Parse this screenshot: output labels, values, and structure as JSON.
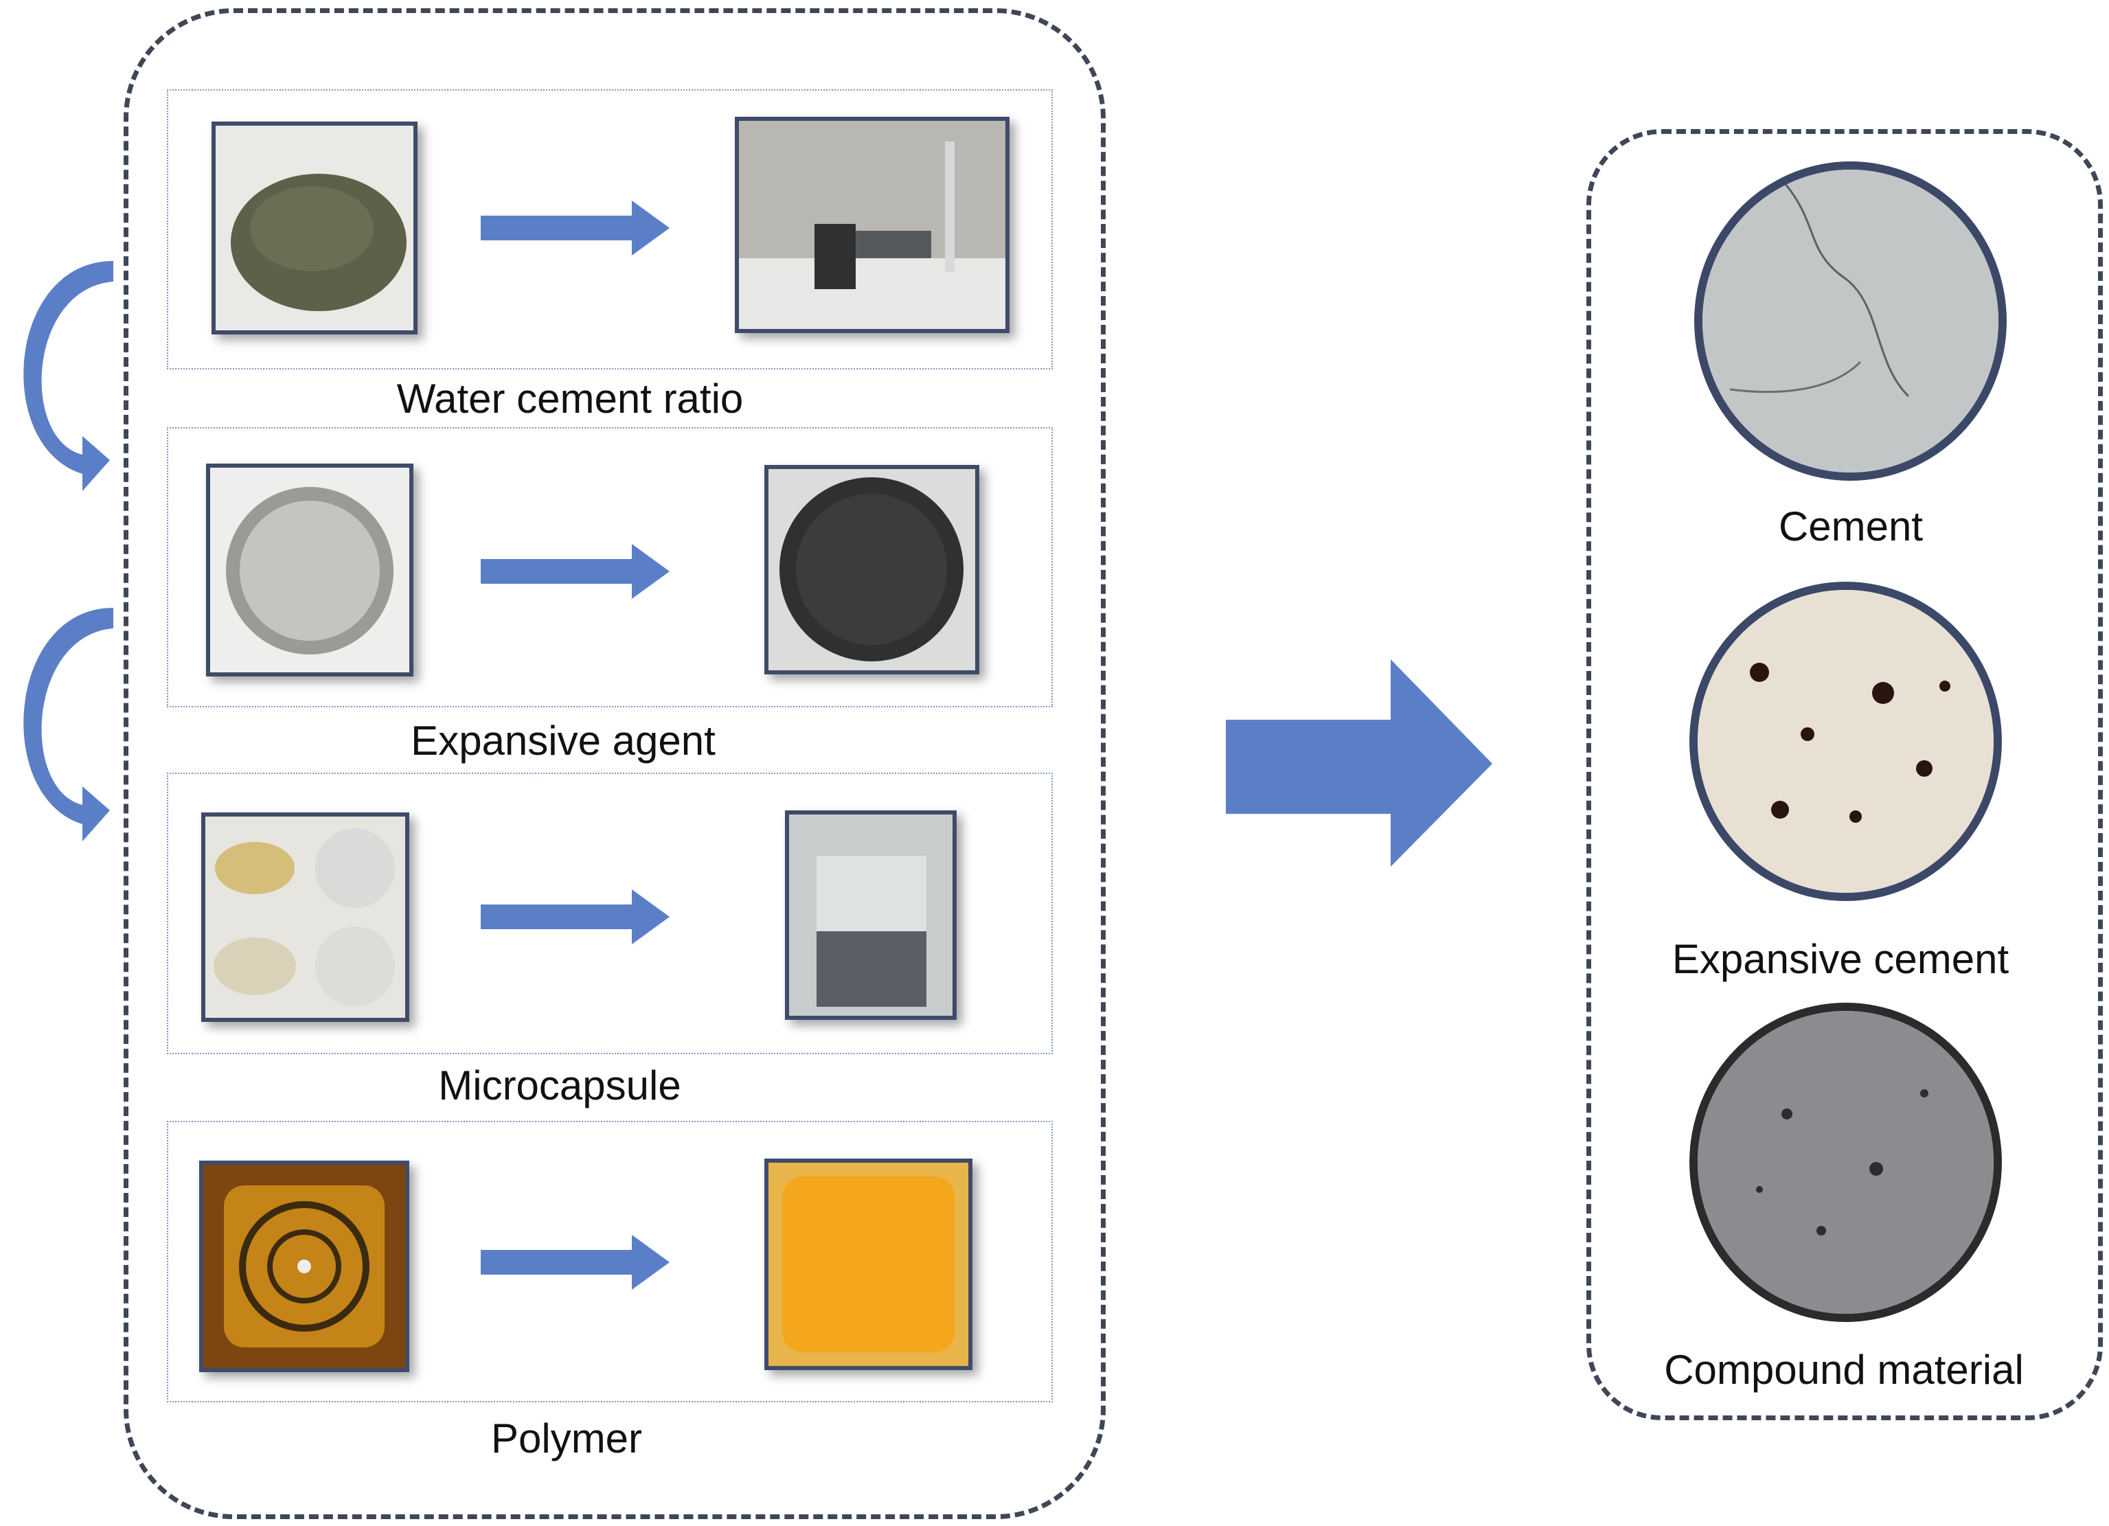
{
  "left_steps": [
    {
      "label": "Water cement ratio"
    },
    {
      "label": "Expansive agent"
    },
    {
      "label": "Microcapsule"
    },
    {
      "label": "Polymer"
    }
  ],
  "right_results": [
    {
      "label": "Cement"
    },
    {
      "label": "Expansive cement"
    },
    {
      "label": "Compound material"
    }
  ],
  "colors": {
    "arrow": "#5b7fc7",
    "panel_border": "#3f4757",
    "photo_border": "#3f4b6a"
  }
}
